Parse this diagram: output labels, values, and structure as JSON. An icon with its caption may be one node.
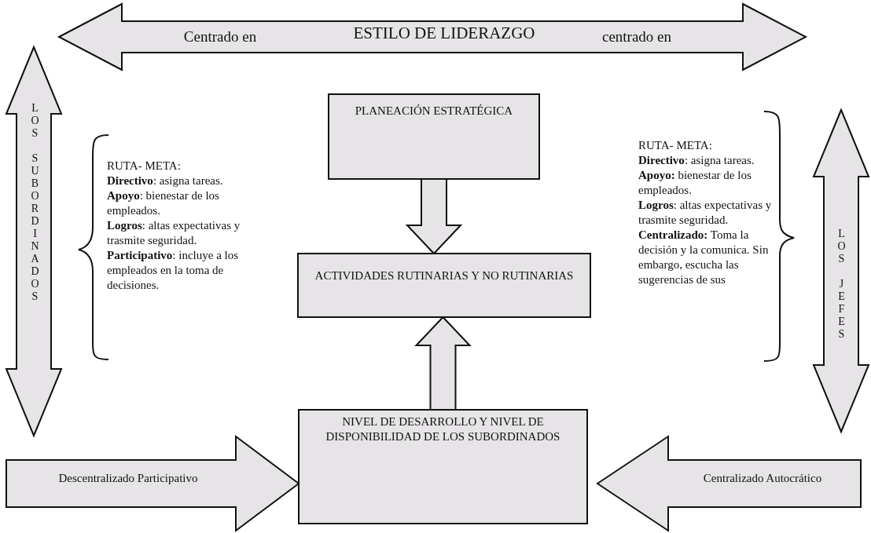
{
  "diagram": {
    "nodes": [
      {
        "text": [
          "Centrado en",
          "ESTILO DE LIDERAZGO",
          "centrado en"
        ]
      },
      {
        "text": [
          "LOS SUBORDINADOS"
        ]
      },
      {
        "text": [
          "PLANEACIÓN ESTRATÉGICA"
        ]
      },
      {
        "text": [
          "ACTIVIDADES RUTINARIAS Y NO RUTINARIAS"
        ]
      },
      {
        "text": [
          "LOS JEFES"
        ]
      },
      {
        "text": [
          "NIVEL DE DESARROLLO Y NIVEL DE DISPONIBILIDAD DE LOS SUBORDINADOS"
        ]
      },
      {
        "text": [
          "Descentralizado Participativo"
        ]
      },
      {
        "text": [
          "Centralizado Autocrático"
        ]
      }
    ],
    "edges": [
      {
        "from": 2,
        "to": 3,
        "arrow": "to"
      },
      {
        "from": 5,
        "to": 3,
        "arrow": "to"
      }
    ],
    "labels": [
      "RUTA- META:",
      "**Directivo**: asigna tareas.",
      "**Apoyo**: bienestar de los empleados.",
      "**Logros**: altas expectativas y trasmite seguridad.",
      "**Participativo**: incluye a los empleados en la toma de decisiones.",
      "RUTA- META:",
      "**Directivo**: asigna tareas.",
      "**Apoyo:** bienestar de los empleados.",
      "**Logros**: altas expectativas y trasmite seguridad.",
      "**Centralizado:** Toma la decisión y la comunica. Sin embargo, escucha las sugerencias de sus"
    ]
  }
}
